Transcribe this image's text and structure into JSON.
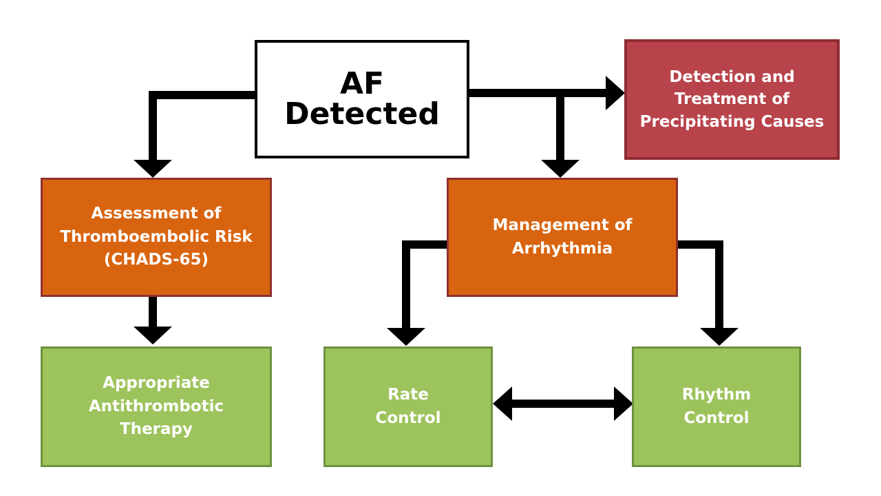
{
  "nodes": {
    "af_detected": "AF\nDetected",
    "precipitating_causes": "Detection and\nTreatment of\nPrecipitating Causes",
    "thromboembolic_risk": "Assessment of\nThromboembolic Risk\n(CHADS-65)",
    "management_arrhythmia": "Management of\nArrhythmia",
    "antithrombotic_therapy": "Appropriate\nAntithrombotic\nTherapy",
    "rate_control": "Rate\nControl",
    "rhythm_control": "Rhythm\nControl"
  },
  "colors": {
    "arrow": "#000000",
    "orange": "#d9640f",
    "red": "#b8434b",
    "green": "#9dc35c"
  }
}
